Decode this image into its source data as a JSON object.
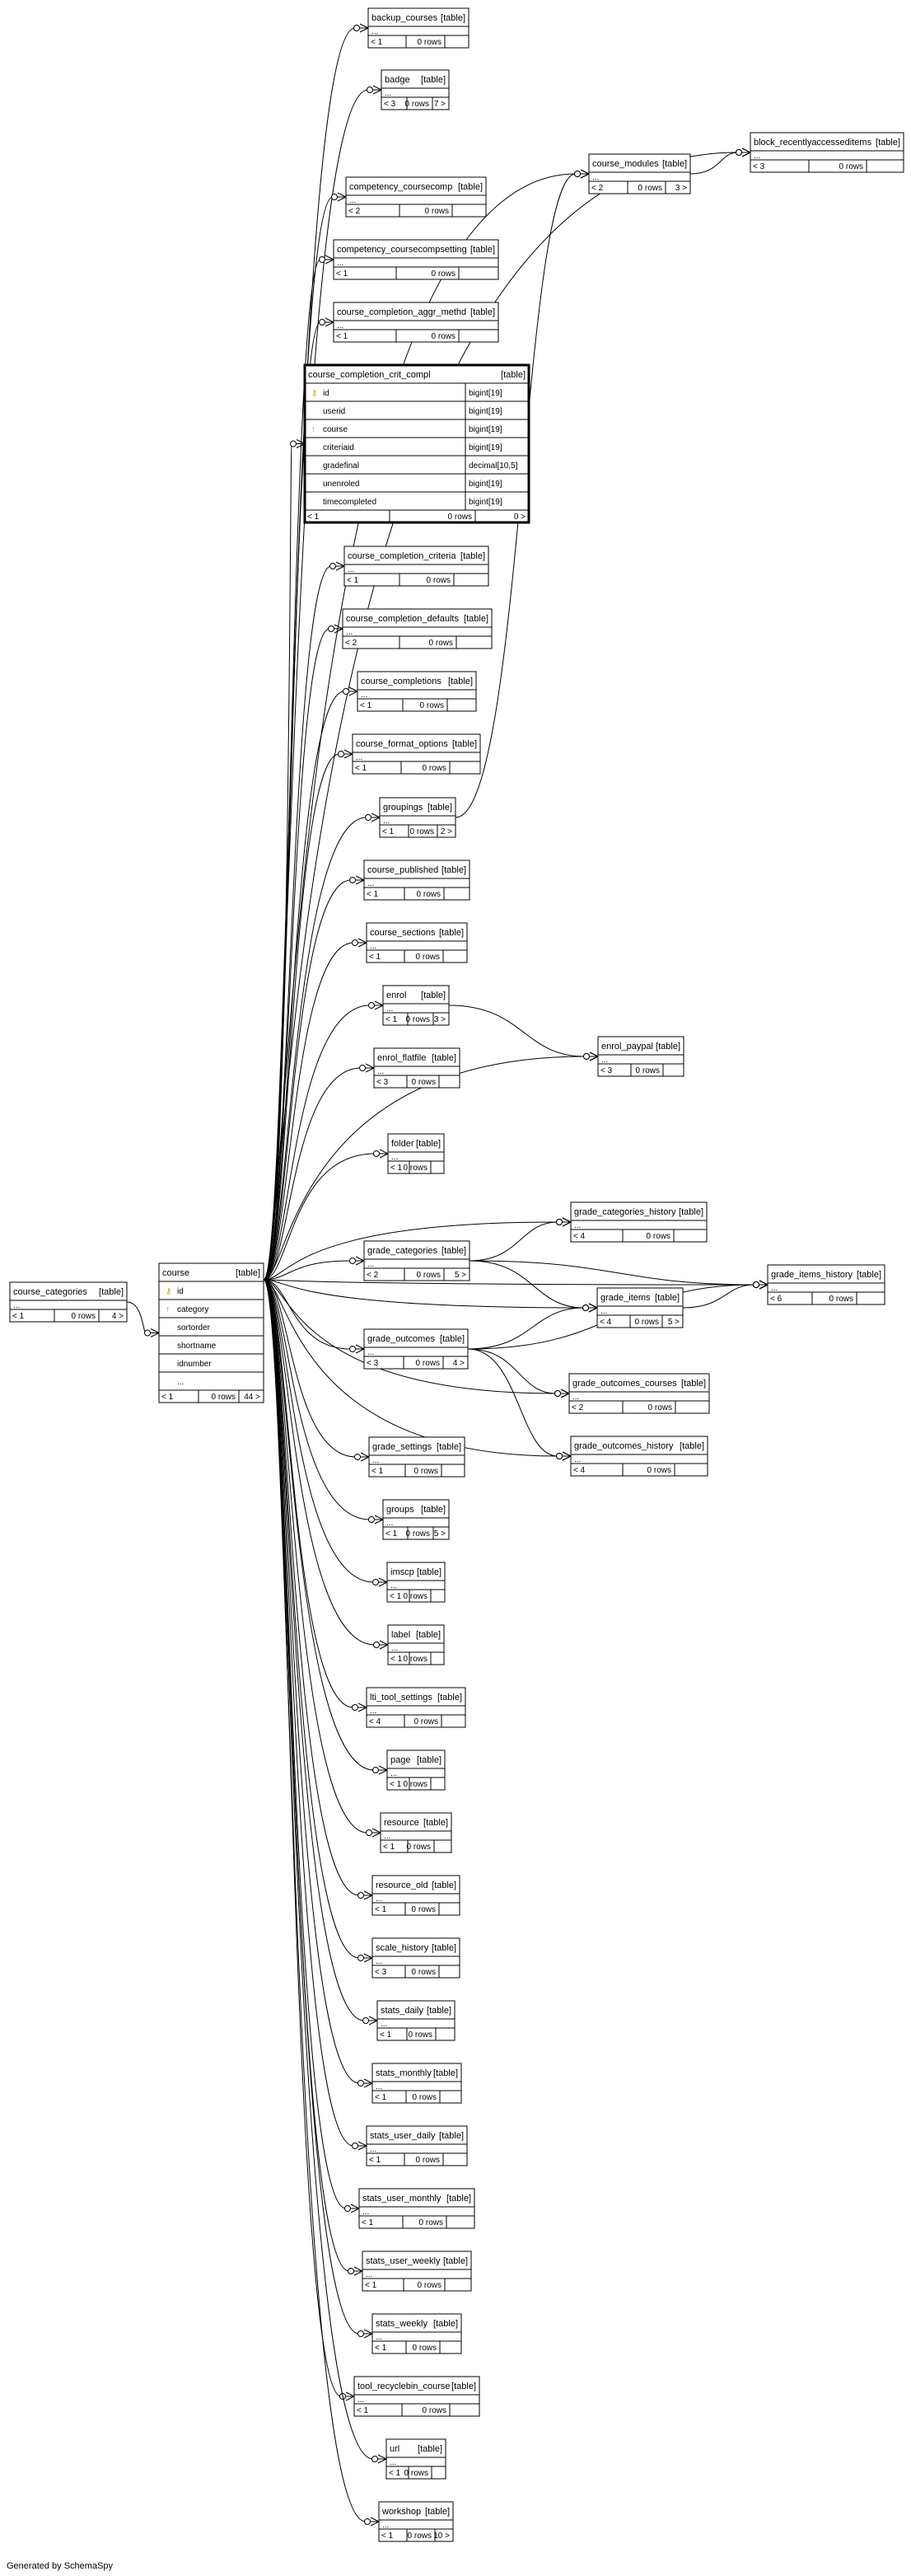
{
  "footer": {
    "generated_by": "Generated by SchemaSpy"
  },
  "edge_from_course": [
    "backup_courses",
    "badge",
    "block_recentlyaccesseditems",
    "course_modules",
    "competency_coursecomp",
    "competency_coursecompsetting",
    "course_completion_aggr_methd",
    "course_completion_crit_compl",
    "course_completion_criteria",
    "course_completion_defaults",
    "course_completions",
    "course_format_options",
    "groupings",
    "course_published",
    "course_sections",
    "enrol",
    "enrol_flatfile",
    "enrol_paypal",
    "folder",
    "grade_categories_history",
    "grade_categories",
    "grade_items",
    "grade_items_history",
    "grade_outcomes",
    "grade_outcomes_courses",
    "grade_outcomes_history",
    "grade_settings",
    "groups",
    "imscp",
    "label",
    "lti_tool_settings",
    "page",
    "resource",
    "resource_old",
    "scale_history",
    "stats_daily",
    "stats_monthly",
    "stats_user_daily",
    "stats_user_monthly",
    "stats_user_weekly",
    "stats_weekly",
    "tool_recyclebin_course",
    "url",
    "workshop"
  ],
  "tables": [
    {
      "id": "course_categories",
      "name": "course_categories",
      "kind": "[table]",
      "rows": [
        "..."
      ],
      "footer": [
        "< 1",
        "0 rows",
        "4 >"
      ]
    },
    {
      "id": "course",
      "name": "course",
      "kind": "[table]",
      "rows": [
        {
          "icon": "key",
          "text": "id"
        },
        {
          "icon": "fk",
          "text": "category"
        },
        {
          "text": "sortorder"
        },
        {
          "text": "shortname"
        },
        {
          "text": "idnumber"
        },
        {
          "text": "..."
        }
      ],
      "footer": [
        "< 1",
        "0 rows",
        "44 >"
      ]
    },
    {
      "id": "backup_courses",
      "name": "backup_courses",
      "kind": "[table]",
      "rows": [
        "..."
      ],
      "footer": [
        "< 1",
        "0 rows",
        ""
      ]
    },
    {
      "id": "badge",
      "name": "badge",
      "kind": "[table]",
      "rows": [
        "..."
      ],
      "footer": [
        "< 3",
        "0 rows",
        "7 >"
      ]
    },
    {
      "id": "block_recentlyaccesseditems",
      "name": "block_recentlyaccesseditems",
      "kind": "[table]",
      "rows": [
        "..."
      ],
      "footer": [
        "< 3",
        "0 rows",
        ""
      ]
    },
    {
      "id": "course_modules",
      "name": "course_modules",
      "kind": "[table]",
      "rows": [
        "..."
      ],
      "footer": [
        "< 2",
        "0 rows",
        "3 >"
      ]
    },
    {
      "id": "competency_coursecomp",
      "name": "competency_coursecomp",
      "kind": "[table]",
      "rows": [
        "..."
      ],
      "footer": [
        "< 2",
        "0 rows",
        ""
      ]
    },
    {
      "id": "competency_coursecompsetting",
      "name": "competency_coursecompsetting",
      "kind": "[table]",
      "rows": [
        "..."
      ],
      "footer": [
        "< 1",
        "0 rows",
        ""
      ]
    },
    {
      "id": "course_completion_aggr_methd",
      "name": "course_completion_aggr_methd",
      "kind": "[table]",
      "rows": [
        "..."
      ],
      "footer": [
        "< 1",
        "0 rows",
        ""
      ]
    },
    {
      "id": "course_completion_crit_compl",
      "name": "course_completion_crit_compl",
      "kind": "[table]",
      "bold": true,
      "rows": [
        {
          "icon": "key",
          "text": "id",
          "type": "bigint[19]"
        },
        {
          "text": "userid",
          "type": "bigint[19]"
        },
        {
          "icon": "fk",
          "text": "course",
          "type": "bigint[19]"
        },
        {
          "text": "criteriaid",
          "type": "bigint[19]"
        },
        {
          "text": "gradefinal",
          "type": "decimal[10,5]"
        },
        {
          "text": "unenroled",
          "type": "bigint[19]"
        },
        {
          "text": "timecompleted",
          "type": "bigint[19]"
        }
      ],
      "footer": [
        "< 1",
        "0 rows",
        "0 >"
      ]
    },
    {
      "id": "course_completion_criteria",
      "name": "course_completion_criteria",
      "kind": "[table]",
      "rows": [
        "..."
      ],
      "footer": [
        "< 1",
        "0 rows",
        ""
      ]
    },
    {
      "id": "course_completion_defaults",
      "name": "course_completion_defaults",
      "kind": "[table]",
      "rows": [
        "..."
      ],
      "footer": [
        "< 2",
        "0 rows",
        ""
      ]
    },
    {
      "id": "course_completions",
      "name": "course_completions",
      "kind": "[table]",
      "rows": [
        "..."
      ],
      "footer": [
        "< 1",
        "0 rows",
        ""
      ]
    },
    {
      "id": "course_format_options",
      "name": "course_format_options",
      "kind": "[table]",
      "rows": [
        "..."
      ],
      "footer": [
        "< 1",
        "0 rows",
        ""
      ]
    },
    {
      "id": "groupings",
      "name": "groupings",
      "kind": "[table]",
      "rows": [
        "..."
      ],
      "footer": [
        "< 1",
        "0 rows",
        "2 >"
      ]
    },
    {
      "id": "course_published",
      "name": "course_published",
      "kind": "[table]",
      "rows": [
        "..."
      ],
      "footer": [
        "< 1",
        "0 rows",
        ""
      ]
    },
    {
      "id": "course_sections",
      "name": "course_sections",
      "kind": "[table]",
      "rows": [
        "..."
      ],
      "footer": [
        "< 1",
        "0 rows",
        ""
      ]
    },
    {
      "id": "enrol",
      "name": "enrol",
      "kind": "[table]",
      "rows": [
        "..."
      ],
      "footer": [
        "< 1",
        "0 rows",
        "3 >"
      ]
    },
    {
      "id": "enrol_flatfile",
      "name": "enrol_flatfile",
      "kind": "[table]",
      "rows": [
        "..."
      ],
      "footer": [
        "< 3",
        "0 rows",
        ""
      ]
    },
    {
      "id": "enrol_paypal",
      "name": "enrol_paypal",
      "kind": "[table]",
      "rows": [
        "..."
      ],
      "footer": [
        "< 3",
        "0 rows",
        ""
      ]
    },
    {
      "id": "folder",
      "name": "folder",
      "kind": "[table]",
      "rows": [
        "..."
      ],
      "footer": [
        "< 1",
        "0 rows",
        ""
      ]
    },
    {
      "id": "grade_categories_history",
      "name": "grade_categories_history",
      "kind": "[table]",
      "rows": [
        "..."
      ],
      "footer": [
        "< 4",
        "0 rows",
        ""
      ]
    },
    {
      "id": "grade_categories",
      "name": "grade_categories",
      "kind": "[table]",
      "rows": [
        "..."
      ],
      "footer": [
        "< 2",
        "0 rows",
        "5 >"
      ]
    },
    {
      "id": "grade_items",
      "name": "grade_items",
      "kind": "[table]",
      "rows": [
        "..."
      ],
      "footer": [
        "< 4",
        "0 rows",
        "5 >"
      ]
    },
    {
      "id": "grade_items_history",
      "name": "grade_items_history",
      "kind": "[table]",
      "rows": [
        "..."
      ],
      "footer": [
        "< 6",
        "0 rows",
        ""
      ]
    },
    {
      "id": "grade_outcomes",
      "name": "grade_outcomes",
      "kind": "[table]",
      "rows": [
        "..."
      ],
      "footer": [
        "< 3",
        "0 rows",
        "4 >"
      ]
    },
    {
      "id": "grade_outcomes_courses",
      "name": "grade_outcomes_courses",
      "kind": "[table]",
      "rows": [
        "..."
      ],
      "footer": [
        "< 2",
        "0 rows",
        ""
      ]
    },
    {
      "id": "grade_outcomes_history",
      "name": "grade_outcomes_history",
      "kind": "[table]",
      "rows": [
        "..."
      ],
      "footer": [
        "< 4",
        "0 rows",
        ""
      ]
    },
    {
      "id": "grade_settings",
      "name": "grade_settings",
      "kind": "[table]",
      "rows": [
        "..."
      ],
      "footer": [
        "< 1",
        "0 rows",
        ""
      ]
    },
    {
      "id": "groups",
      "name": "groups",
      "kind": "[table]",
      "rows": [
        "..."
      ],
      "footer": [
        "< 1",
        "0 rows",
        "5 >"
      ]
    },
    {
      "id": "imscp",
      "name": "imscp",
      "kind": "[table]",
      "rows": [
        "..."
      ],
      "footer": [
        "< 1",
        "0 rows",
        ""
      ]
    },
    {
      "id": "label",
      "name": "label",
      "kind": "[table]",
      "rows": [
        "..."
      ],
      "footer": [
        "< 1",
        "0 rows",
        ""
      ]
    },
    {
      "id": "lti_tool_settings",
      "name": "lti_tool_settings",
      "kind": "[table]",
      "rows": [
        "..."
      ],
      "footer": [
        "< 4",
        "0 rows",
        ""
      ]
    },
    {
      "id": "page",
      "name": "page",
      "kind": "[table]",
      "rows": [
        "..."
      ],
      "footer": [
        "< 1",
        "0 rows",
        ""
      ]
    },
    {
      "id": "resource",
      "name": "resource",
      "kind": "[table]",
      "rows": [
        "..."
      ],
      "footer": [
        "< 1",
        "0 rows",
        ""
      ]
    },
    {
      "id": "resource_old",
      "name": "resource_old",
      "kind": "[table]",
      "rows": [
        "..."
      ],
      "footer": [
        "< 1",
        "0 rows",
        ""
      ]
    },
    {
      "id": "scale_history",
      "name": "scale_history",
      "kind": "[table]",
      "rows": [
        "..."
      ],
      "footer": [
        "< 3",
        "0 rows",
        ""
      ]
    },
    {
      "id": "stats_daily",
      "name": "stats_daily",
      "kind": "[table]",
      "rows": [
        "..."
      ],
      "footer": [
        "< 1",
        "0 rows",
        ""
      ]
    },
    {
      "id": "stats_monthly",
      "name": "stats_monthly",
      "kind": "[table]",
      "rows": [
        "..."
      ],
      "footer": [
        "< 1",
        "0 rows",
        ""
      ]
    },
    {
      "id": "stats_user_daily",
      "name": "stats_user_daily",
      "kind": "[table]",
      "rows": [
        "..."
      ],
      "footer": [
        "< 1",
        "0 rows",
        ""
      ]
    },
    {
      "id": "stats_user_monthly",
      "name": "stats_user_monthly",
      "kind": "[table]",
      "rows": [
        "..."
      ],
      "footer": [
        "< 1",
        "0 rows",
        ""
      ]
    },
    {
      "id": "stats_user_weekly",
      "name": "stats_user_weekly",
      "kind": "[table]",
      "rows": [
        "..."
      ],
      "footer": [
        "< 1",
        "0 rows",
        ""
      ]
    },
    {
      "id": "stats_weekly",
      "name": "stats_weekly",
      "kind": "[table]",
      "rows": [
        "..."
      ],
      "footer": [
        "< 1",
        "0 rows",
        ""
      ]
    },
    {
      "id": "tool_recyclebin_course",
      "name": "tool_recyclebin_course",
      "kind": "[table]",
      "rows": [
        "..."
      ],
      "footer": [
        "< 1",
        "0 rows",
        ""
      ]
    },
    {
      "id": "url",
      "name": "url",
      "kind": "[table]",
      "rows": [
        "..."
      ],
      "footer": [
        "< 1",
        "0 rows",
        ""
      ]
    },
    {
      "id": "workshop",
      "name": "workshop",
      "kind": "[table]",
      "rows": [
        "..."
      ],
      "footer": [
        "< 1",
        "0 rows",
        "10 >"
      ]
    }
  ],
  "relations": [
    [
      "course_categories",
      "course"
    ],
    [
      "course_modules",
      "block_recentlyaccesseditems"
    ],
    [
      "groupings",
      "course_modules"
    ],
    [
      "enrol",
      "enrol_paypal"
    ],
    [
      "grade_categories",
      "grade_categories_history"
    ],
    [
      "grade_categories",
      "grade_items"
    ],
    [
      "grade_categories",
      "grade_items_history"
    ],
    [
      "grade_items",
      "grade_items_history"
    ],
    [
      "grade_outcomes",
      "grade_items"
    ],
    [
      "grade_outcomes",
      "grade_items_history"
    ],
    [
      "grade_outcomes",
      "grade_outcomes_courses"
    ],
    [
      "grade_outcomes",
      "grade_outcomes_history"
    ]
  ]
}
